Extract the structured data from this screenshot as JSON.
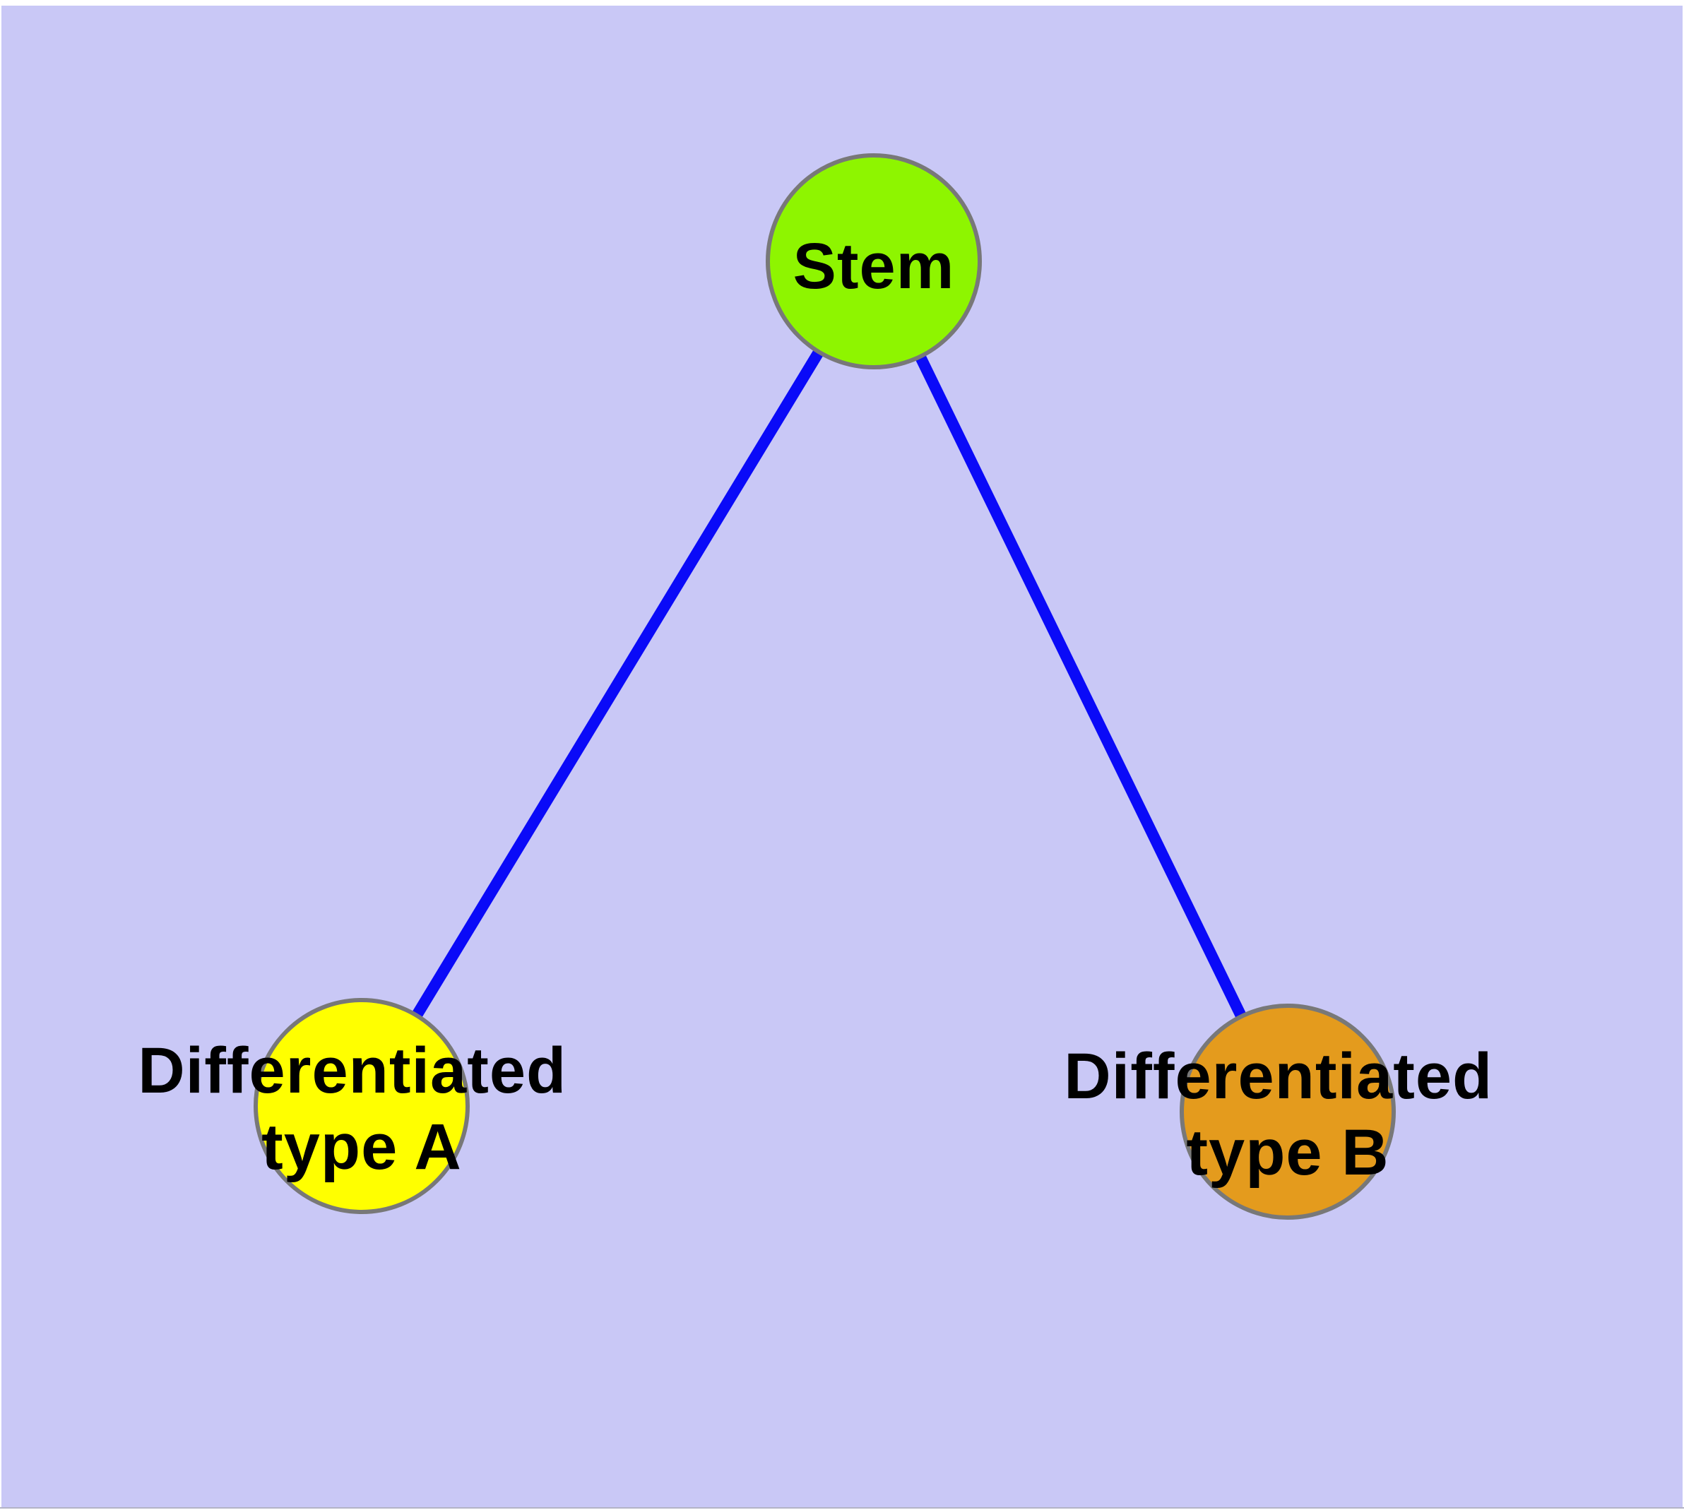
{
  "canvas": {
    "background_color": "#c9c8f6",
    "frame_color": "#ffffff",
    "bottom_edge_color": "#b3b3c6"
  },
  "edges": {
    "color": "#0a0af8",
    "items": [
      {
        "from": "Stem",
        "to": "Differentiated type A"
      },
      {
        "from": "Stem",
        "to": "Differentiated type B"
      }
    ]
  },
  "nodes": {
    "stem": {
      "label": "Stem",
      "fill": "#8ef500",
      "stroke": "#787878"
    },
    "type_a": {
      "label_line1": "Differentiated",
      "label_line2": "type A",
      "fill": "#ffff00",
      "stroke": "#787878"
    },
    "type_b": {
      "label_line1": "Differentiated",
      "label_line2": "type B",
      "fill": "#e49b1d",
      "stroke": "#787878"
    }
  }
}
